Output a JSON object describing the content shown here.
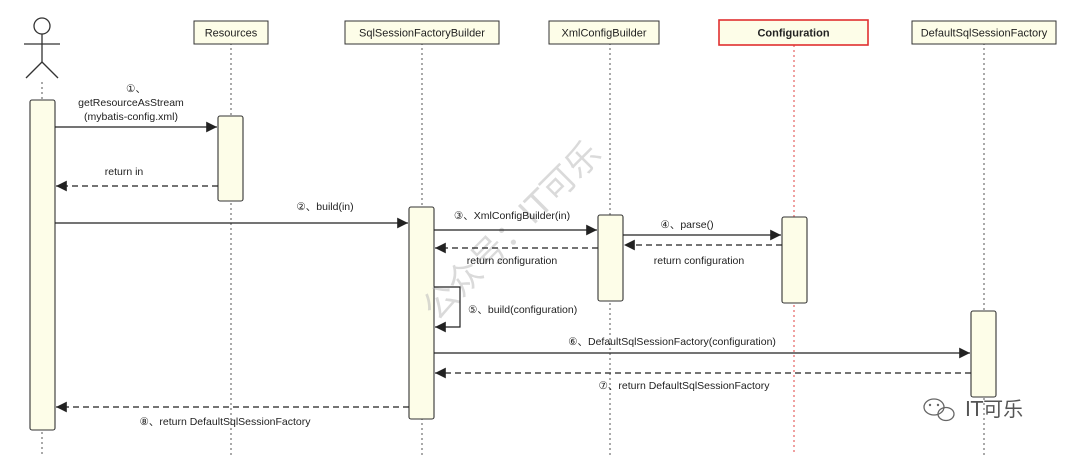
{
  "participants": [
    {
      "id": "actor",
      "label": ""
    },
    {
      "id": "resources",
      "label": "Resources"
    },
    {
      "id": "builder",
      "label": "SqlSessionFactoryBuilder"
    },
    {
      "id": "xml",
      "label": "XmlConfigBuilder"
    },
    {
      "id": "config",
      "label": "Configuration",
      "highlight": true
    },
    {
      "id": "factory",
      "label": "DefaultSqlSessionFactory"
    }
  ],
  "messages": [
    {
      "id": "m1",
      "lines": [
        "①、",
        "getResourceAsStream",
        "(mybatis-config.xml)"
      ],
      "type": "sync"
    },
    {
      "id": "m1r",
      "lines": [
        "return in"
      ],
      "type": "return"
    },
    {
      "id": "m2",
      "lines": [
        "②、build(in)"
      ],
      "type": "sync"
    },
    {
      "id": "m3",
      "lines": [
        "③、XmlConfigBuilder(in)"
      ],
      "type": "sync"
    },
    {
      "id": "m4",
      "lines": [
        "④、parse()"
      ],
      "type": "sync"
    },
    {
      "id": "m4r",
      "lines": [
        "return configuration"
      ],
      "type": "return"
    },
    {
      "id": "m3r",
      "lines": [
        "return configuration"
      ],
      "type": "return"
    },
    {
      "id": "m5",
      "lines": [
        "⑤、build(configuration)"
      ],
      "type": "self"
    },
    {
      "id": "m6",
      "lines": [
        "⑥、DefaultSqlSessionFactory(configuration)"
      ],
      "type": "sync"
    },
    {
      "id": "m7",
      "lines": [
        "⑦、return DefaultSqlSessionFactory"
      ],
      "type": "return"
    },
    {
      "id": "m8",
      "lines": [
        "⑧、return DefaultSqlSessionFactory"
      ],
      "type": "return"
    }
  ],
  "watermark": "公众号：IT可乐",
  "brand": "IT可乐",
  "colors": {
    "lifeline": "#555555",
    "box_fill": "#fdfde8",
    "box_stroke": "#333333",
    "highlight_stroke": "#e03030",
    "config_lifeline": "#e04040"
  }
}
